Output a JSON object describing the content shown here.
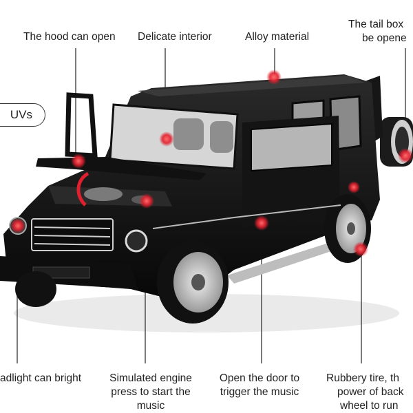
{
  "callouts": {
    "hood": "The hood can open",
    "interior": "Delicate interior",
    "alloy": "Alloy material",
    "tailbox_line1": "The tail box",
    "tailbox_line2": "be opene",
    "category": "UVs",
    "headlight": "adlight can bright",
    "engine_line1": "Simulated engine",
    "engine_line2": "press to start the",
    "engine_line3": "music",
    "door_line1": "Open the  door to",
    "door_line2": "trigger the music",
    "tire_line1": "Rubbery tire, th",
    "tire_line2": "power of back",
    "tire_line3": "wheel to run"
  },
  "colors": {
    "body": "#111111",
    "marker": "#e0202e",
    "leader": "#333333",
    "rim": "#c9c9c9"
  }
}
